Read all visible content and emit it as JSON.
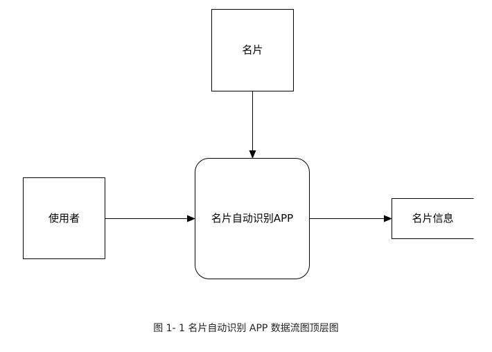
{
  "diagram": {
    "source_entity": {
      "label": "名片"
    },
    "user_entity": {
      "label": "使用者"
    },
    "process": {
      "label": "名片自动识别APP"
    },
    "output_store": {
      "label": "名片信息"
    }
  },
  "caption": "图 1- 1 名片自动识别 APP 数据流图顶层图"
}
